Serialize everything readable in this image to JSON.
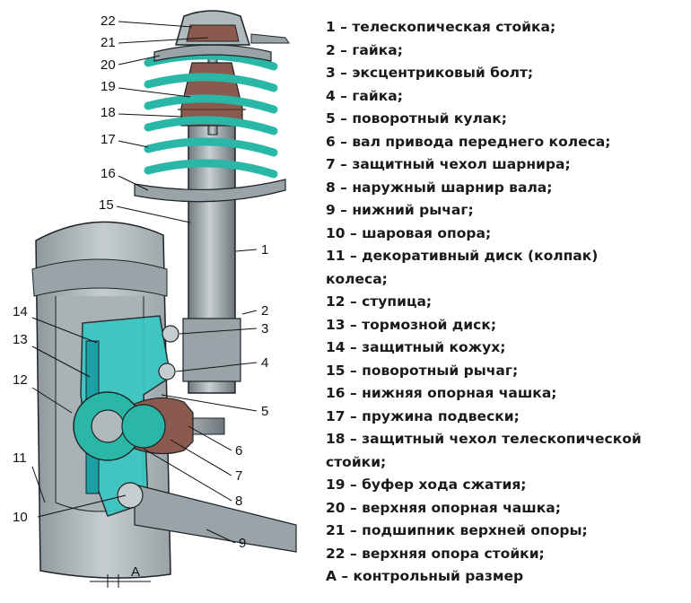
{
  "callouts": [
    {
      "num": "1",
      "text": "телескопическая стойка;"
    },
    {
      "num": "2",
      "text": "гайка;"
    },
    {
      "num": "3",
      "text": "эксцентриковый болт;"
    },
    {
      "num": "4",
      "text": "гайка;"
    },
    {
      "num": "5",
      "text": "поворотный кулак;"
    },
    {
      "num": "6",
      "text": "вал привода переднего колеса;"
    },
    {
      "num": "7",
      "text": "защитный чехол шарнира;"
    },
    {
      "num": "8",
      "text": "наружный шарнир вала;"
    },
    {
      "num": "9",
      "text": "нижний рычаг;"
    },
    {
      "num": "10",
      "text": "шаровая опора;"
    },
    {
      "num": "11",
      "text": "декоративный диск (колпак) колеса;"
    },
    {
      "num": "12",
      "text": "ступица;"
    },
    {
      "num": "13",
      "text": "тормозной диск;"
    },
    {
      "num": "14",
      "text": "защитный кожух;"
    },
    {
      "num": "15",
      "text": "поворотный рычаг;"
    },
    {
      "num": "16",
      "text": "нижняя опорная чашка;"
    },
    {
      "num": "17",
      "text": "пружина подвески;"
    },
    {
      "num": "18",
      "text": "защитный чехол телескопической стойки;"
    },
    {
      "num": "19",
      "text": "буфер хода сжатия;"
    },
    {
      "num": "20",
      "text": "верхняя опорная чашка;"
    },
    {
      "num": "21",
      "text": "подшипник верхней опоры;"
    },
    {
      "num": "22",
      "text": "верхняя опора стойки;"
    }
  ],
  "dimension": {
    "label": "A",
    "text": "контрольный размер"
  },
  "legend_lines": [
    "1 – телескопическая стойка;",
    "2 – гайка;",
    "3 – эксцентриковый болт;",
    "4 – гайка;",
    "5 – поворотный кулак;",
    "6 – вал привода переднего колеса;",
    "7 – защитный чехол шарнира;",
    "8 – наружный шарнир вала;",
    "9 – нижний рычаг;",
    "10 – шаровая опора;",
    "11 – декоративный диск (колпак)",
    "колеса;",
    "12 – ступица;",
    "13 – тормозной диск;",
    "14 – защитный кожух;",
    "15 – поворотный рычаг;",
    "16 – нижняя опорная чашка;",
    "17 – пружина подвески;",
    "18 – защитный чехол телескопической",
    "стойки;",
    "19 – буфер хода сжатия;",
    "20 – верхняя опорная чашка;",
    "21 – подшипник верхней опоры;",
    "22 – верхняя опора стойки;",
    "А – контрольный размер"
  ],
  "colors": {
    "strut_steel": "#8d979c",
    "spring_teal": "#2bb7a8",
    "boot_brown": "#8a5a4e",
    "knuckle_cyan": "#37c8c4",
    "wheel_grey": "#b9c2c5",
    "outline": "#1d2326"
  }
}
